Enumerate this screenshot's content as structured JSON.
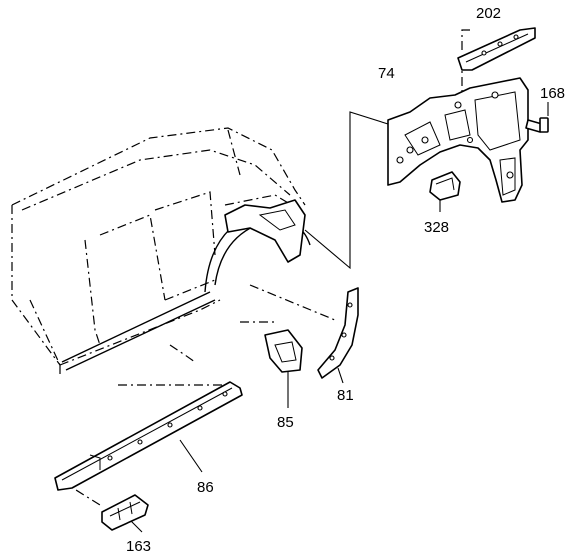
{
  "callouts": {
    "p202": "202",
    "p74": "74",
    "p168": "168",
    "p328": "328",
    "p81": "81",
    "p85": "85",
    "p86": "86",
    "p163": "163"
  }
}
